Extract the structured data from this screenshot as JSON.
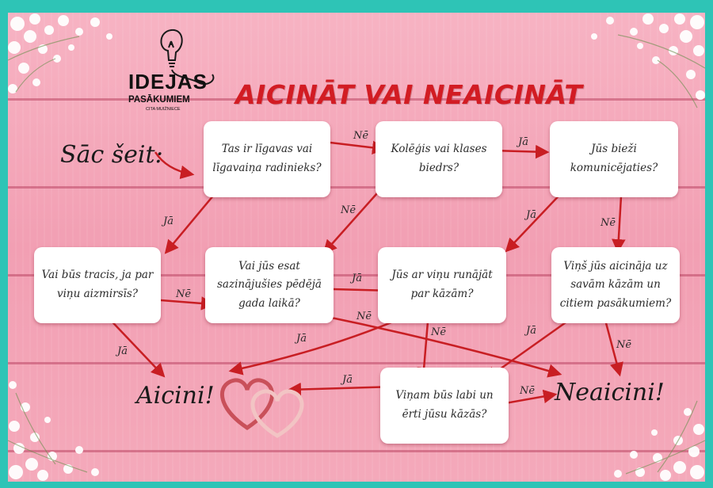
{
  "title": "AICINĀT VAI NEAICINĀT",
  "start_label": "Sāc šeit:",
  "logo": {
    "line1": "IDEJAS",
    "line2": "PASĀKUMIEM",
    "line3": "CITA MUIŽNIECE"
  },
  "nodes": {
    "q1": "Tas ir līgavas vai līgavaiņa radinieks?",
    "q2": "Kolēģis vai klases biedrs?",
    "q3": "Jūs bieži komunicējaties?",
    "q4": "Vai būs tracis, ja par viņu aizmirsīs?",
    "q5": "Vai jūs esat sazinājušies pēdējā gada laikā?",
    "q6": "Jūs ar viņu runājāt par kāzām?",
    "q7": "Viņš jūs aicināja uz savām kāzām un citiem pasākumiem?",
    "q8": "Viņam būs labi un ērti jūsu kāzās?"
  },
  "outcomes": {
    "invite": "Aicini!",
    "no_invite": "Neaicini!"
  },
  "edge_labels": {
    "yes": "Jā",
    "no": "Nē"
  },
  "colors": {
    "accent": "#d21c23",
    "arrow": "#c81e23",
    "background": "#f4a5b7",
    "frame": "#2ec4b6"
  }
}
